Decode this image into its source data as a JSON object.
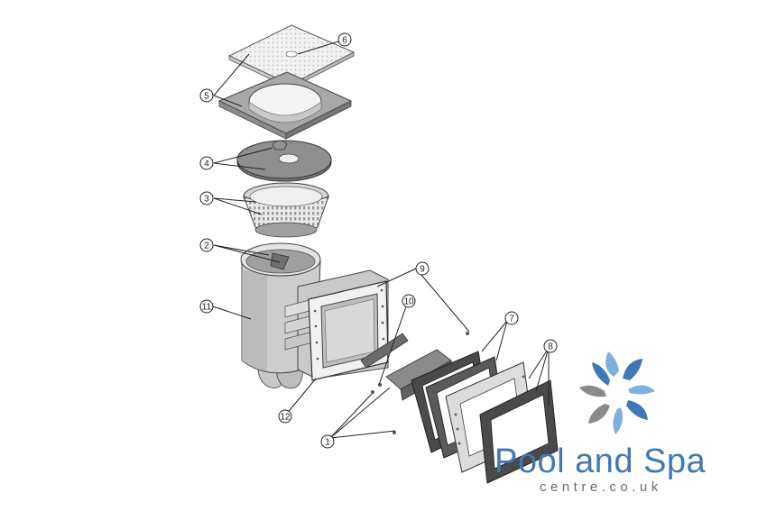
{
  "diagram": {
    "callouts": [
      {
        "id": "c6",
        "label": "6"
      },
      {
        "id": "c5",
        "label": "5"
      },
      {
        "id": "c4",
        "label": "4"
      },
      {
        "id": "c3",
        "label": "3"
      },
      {
        "id": "c2",
        "label": "2"
      },
      {
        "id": "c11",
        "label": "11"
      },
      {
        "id": "c9",
        "label": "9"
      },
      {
        "id": "c10",
        "label": "10"
      },
      {
        "id": "c7",
        "label": "7"
      },
      {
        "id": "c8",
        "label": "8"
      },
      {
        "id": "c12",
        "label": "12"
      },
      {
        "id": "c1",
        "label": "1"
      }
    ]
  },
  "brand": {
    "name": "Pool and Spa",
    "domain": "centre.co.uk",
    "colors": {
      "blue": "#3f78b5",
      "light_blue": "#7fb0dc",
      "grey": "#8a8a8a"
    },
    "icon": "splash-logo-icon"
  },
  "colors": {
    "part_fill": "#d9d9d9",
    "part_dark": "#8e8e8e",
    "gasket": "#5a5a5a",
    "outline": "#333333"
  }
}
